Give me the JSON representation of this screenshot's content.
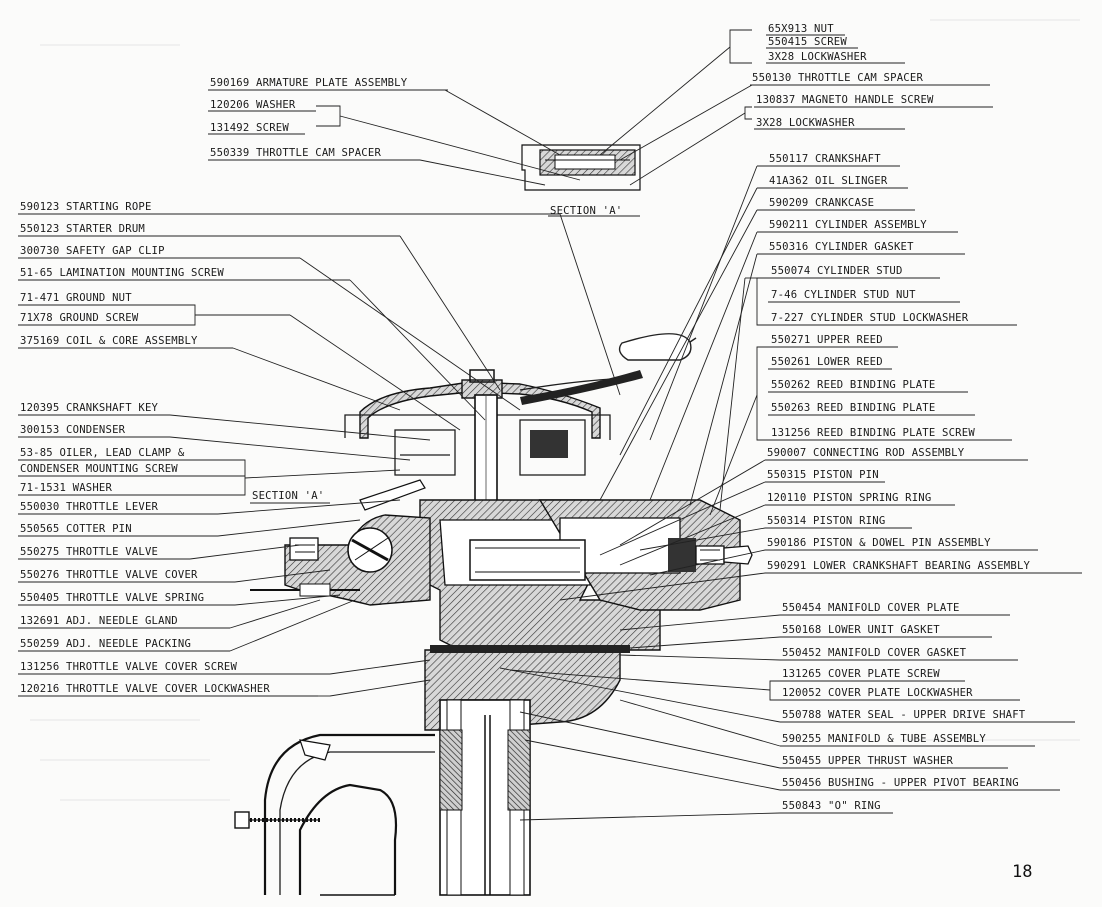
{
  "page_number": "18",
  "section_a_label": "SECTION 'A'",
  "section_a_inset_label": "SECTION 'A'",
  "top_labels": [
    "65X913 NUT",
    "550415 SCREW",
    "3X28 LOCKWASHER",
    "550130 THROTTLE CAM SPACER",
    "130837 MAGNETO HANDLE SCREW",
    "3X28 LOCKWASHER"
  ],
  "inset_left_labels": [
    "590169 ARMATURE PLATE ASSEMBLY",
    "120206 WASHER",
    "131492 SCREW",
    "550339 THROTTLE CAM SPACER"
  ],
  "left_labels": [
    "590123 STARTING ROPE",
    "550123 STARTER DRUM",
    "300730 SAFETY GAP CLIP",
    "51-65 LAMINATION MOUNTING SCREW",
    "71-471 GROUND NUT",
    "71X78 GROUND SCREW",
    "375169 COIL & CORE ASSEMBLY",
    "120395 CRANKSHAFT KEY",
    "300153 CONDENSER",
    "53-85 OILER, LEAD CLAMP &",
    "CONDENSER MOUNTING SCREW",
    "71-1531 WASHER",
    "550030 THROTTLE LEVER",
    "550565 COTTER PIN",
    "550275 THROTTLE VALVE",
    "550276 THROTTLE VALVE COVER",
    "550405 THROTTLE VALVE SPRING",
    "132691 ADJ. NEEDLE GLAND",
    "550259 ADJ. NEEDLE PACKING",
    "131256 THROTTLE VALVE COVER SCREW",
    "120216 THROTTLE VALVE COVER LOCKWASHER"
  ],
  "right_labels": [
    "550117 CRANKSHAFT",
    "41A362 OIL SLINGER",
    "590209 CRANKCASE",
    "590211 CYLINDER ASSEMBLY",
    "550316 CYLINDER GASKET",
    "550074 CYLINDER STUD",
    "7-46 CYLINDER STUD NUT",
    "7-227 CYLINDER STUD LOCKWASHER",
    "550271 UPPER REED",
    "550261 LOWER REED",
    "550262 REED BINDING PLATE",
    "550263 REED BINDING PLATE",
    "131256 REED BINDING PLATE SCREW",
    "590007 CONNECTING ROD ASSEMBLY",
    "550315 PISTON PIN",
    "120110 PISTON SPRING RING",
    "550314 PISTON RING",
    "590186 PISTON & DOWEL PIN ASSEMBLY",
    "590291 LOWER CRANKSHAFT BEARING ASSEMBLY",
    "550454 MANIFOLD COVER PLATE",
    "550168 LOWER UNIT GASKET",
    "550452 MANIFOLD COVER GASKET",
    "131265 COVER PLATE SCREW",
    "120052 COVER PLATE LOCKWASHER",
    "550788 WATER SEAL - UPPER DRIVE SHAFT",
    "590255 MANIFOLD & TUBE ASSEMBLY",
    "550455 UPPER THRUST WASHER",
    "550456 BUSHING - UPPER PIVOT BEARING",
    "550843 \"O\" RING"
  ]
}
